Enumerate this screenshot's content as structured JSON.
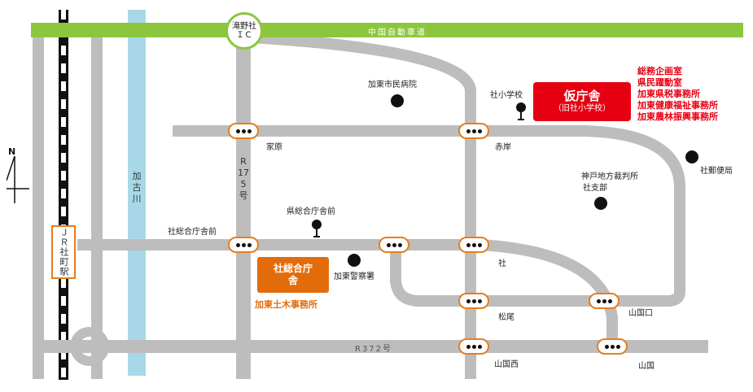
{
  "roads": {
    "expressway": "中国自動車道",
    "r175": "R175号",
    "r372": "R372号",
    "river": "加古川"
  },
  "ic": {
    "line1": "滝野社",
    "line2": "ＩＣ"
  },
  "station": "ＪＲ社町駅",
  "temp_office": {
    "title": "仮庁舎",
    "subtitle": "（旧社小学校）"
  },
  "red_offices": [
    "総務企画室",
    "県民躍動室",
    "加東県税事務所",
    "加東健康福祉事務所",
    "加東農林振興事務所"
  ],
  "main_office": {
    "title": "社総合庁舎"
  },
  "main_office_sub": "加東土木事務所",
  "labels": {
    "hospital": "加東市民病院",
    "elementary": "社小学校",
    "kahara": "家原",
    "akagishi": "赤岸",
    "court_1": "神戸地方裁判所",
    "court_2": "社支部",
    "post": "社郵便局",
    "ken_mae": "県総合庁舎前",
    "sha_mae": "社総合庁舎前",
    "police": "加東警察署",
    "sha": "社",
    "matsuo": "松尾",
    "yamakuniguchi": "山国口",
    "yamakuni_nishi": "山国西",
    "yamakuni": "山国",
    "north": "N"
  },
  "colors": {
    "road": "#bdbdbd",
    "expressway": "#8cc63f",
    "river": "#a8d8e8",
    "node_border": "#e87d1e",
    "temp_office": "#e60012",
    "main_office": "#e36c0a"
  }
}
